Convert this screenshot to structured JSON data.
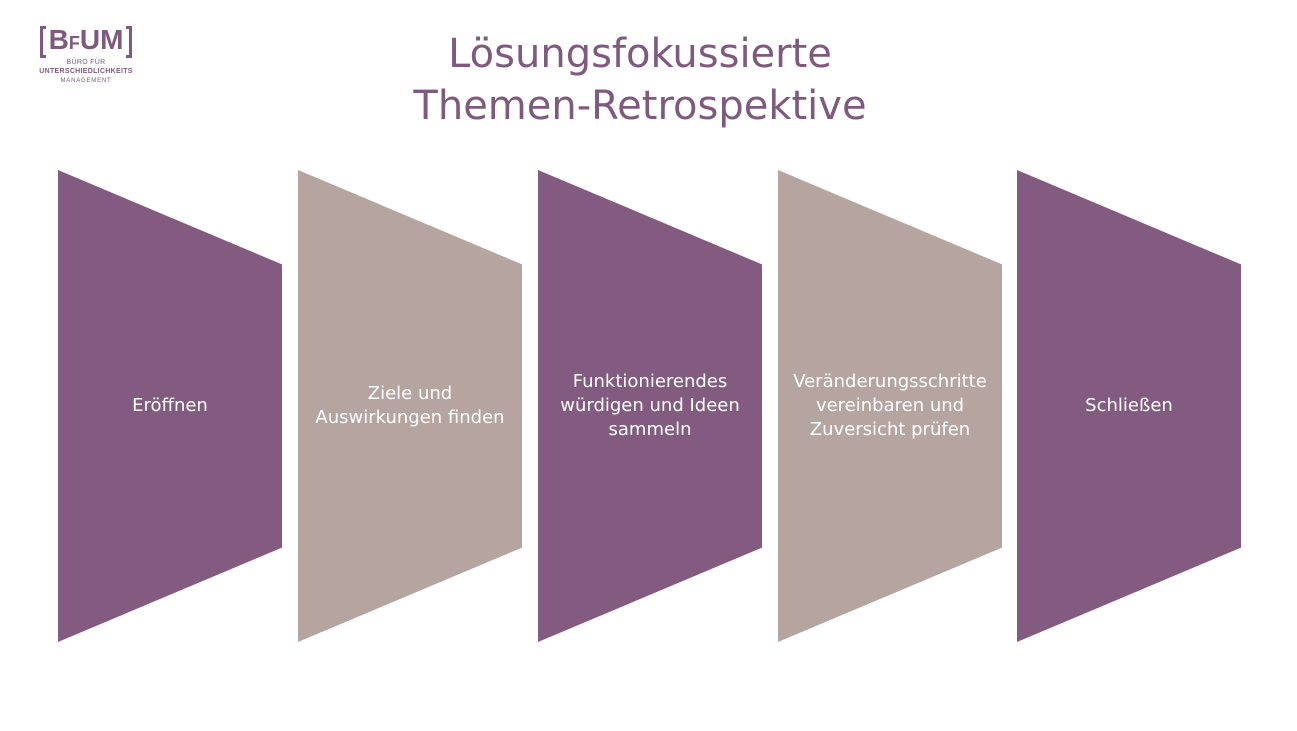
{
  "logo": {
    "wordmark": "BFUM",
    "line1": "Büro für",
    "line2": "Unterschiedlichkeits",
    "line3": "management"
  },
  "title": {
    "line1": "Lösungsfokussierte",
    "line2": "Themen-Retrospektive"
  },
  "colors": {
    "accent": "#845b80",
    "secondary": "#b5a49f",
    "text_on_shape": "#ffffff"
  },
  "steps": [
    {
      "label": "Eröffnen",
      "color": "purple"
    },
    {
      "label": "Ziele und\nAuswirkungen finden",
      "color": "taupe"
    },
    {
      "label": "Funktionierendes\nwürdigen und Ideen\nsammeln",
      "color": "purple"
    },
    {
      "label": "Veränderungsschritte\nvereinbaren und\nZuversicht prüfen",
      "color": "taupe"
    },
    {
      "label": "Schließen",
      "color": "purple"
    }
  ]
}
